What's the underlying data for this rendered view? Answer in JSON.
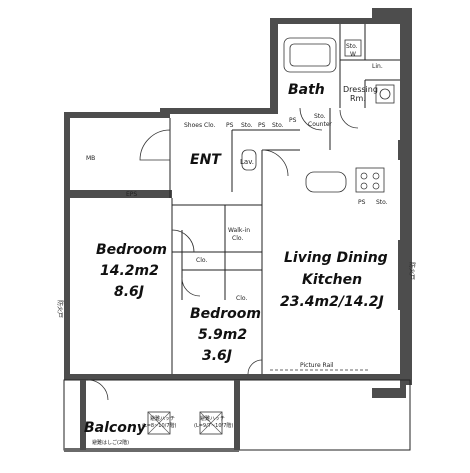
{
  "rooms": {
    "bath": "Bath",
    "ent": "ENT",
    "bedroom1": {
      "name": "Bedroom",
      "area": "14.2m2",
      "tatami": "8.6J"
    },
    "bedroom2": {
      "name": "Bedroom",
      "area": "5.9m2",
      "tatami": "3.6J"
    },
    "ldk": {
      "name1": "Living Dining",
      "name2": "Kitchen",
      "area": "23.4m2/14.2J"
    },
    "balcony": "Balcony"
  },
  "labels": {
    "dressing_rm": "Dressing",
    "dressing_rm2": "Rm.",
    "shoes_clo": "Shoes Clo.",
    "ps1": "PS",
    "ps2": "PS",
    "ps3": "PS",
    "ps4": "PS",
    "sto1": "Sto.",
    "sto2": "Sto.",
    "sto3": "Sto.",
    "sto_counter": "Sto.",
    "sto_counter2": "Counter",
    "sto_w": "Sto.",
    "w": "W",
    "lin": "Lin.",
    "lav": "Lav.",
    "clo1": "Clo.",
    "clo2": "Clo.",
    "walkin": "Walk-in",
    "walkin2": "Clo.",
    "mb": "MB",
    "eps": "EPS",
    "picture_rail": "Picture Rail",
    "window_left": "防火戸",
    "window_right": "防火戸",
    "hatch1": "避難ハッチ",
    "hatch1b": "(L=8~10/7階)",
    "hatch2": "避難ハッチ",
    "hatch2b": "(L=9/7~10/7階)",
    "evac_ladder": "避難はしご(2階)"
  }
}
